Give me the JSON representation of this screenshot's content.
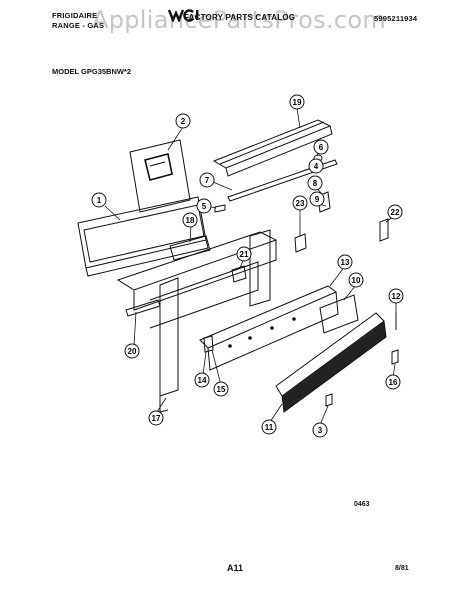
{
  "header": {
    "brand": "FRIGIDAIRE",
    "product": "RANGE - GAS",
    "catalog": "FACTORY PARTS CATALOG",
    "catalog_number": "5995211934",
    "watermark": "AppliancePartsPros.com",
    "logo": "wci-logo"
  },
  "model_line": "MODEL GPG35BNW*2",
  "callouts": [
    "19",
    "2",
    "6",
    "4",
    "7",
    "8",
    "5",
    "9",
    "1",
    "23",
    "22",
    "18",
    "21",
    "13",
    "10",
    "12",
    "20",
    "14",
    "15",
    "16",
    "17",
    "11",
    "3"
  ],
  "footer": {
    "drawing_code": "0463",
    "page_label": "A11",
    "date_code": "8/81"
  }
}
